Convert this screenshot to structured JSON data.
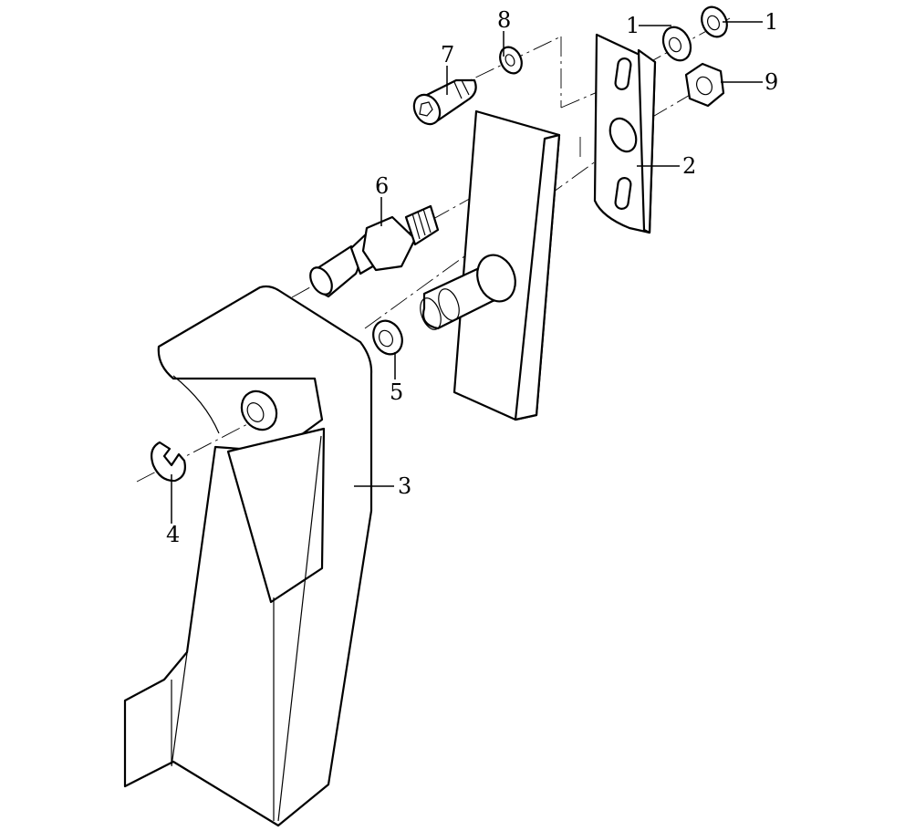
{
  "callouts": {
    "washer_left": "1",
    "washer_right": "1",
    "plate": "2",
    "pedal_arm": "3",
    "e_clip": "4",
    "washer_5": "5",
    "stop_bolt": "6",
    "cap_screw": "7",
    "washer_8": "8",
    "nut": "9"
  }
}
